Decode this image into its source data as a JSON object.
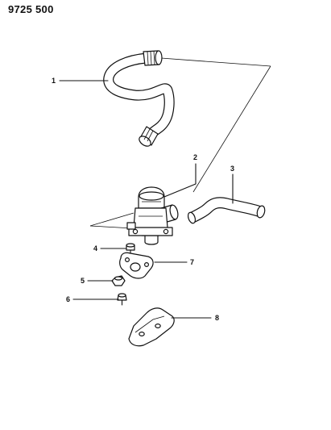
{
  "document": {
    "id": "9725 500"
  },
  "callouts": [
    {
      "id": "1",
      "label": "1"
    },
    {
      "id": "2",
      "label": "2"
    },
    {
      "id": "3",
      "label": "3"
    },
    {
      "id": "4",
      "label": "4"
    },
    {
      "id": "5",
      "label": "5"
    },
    {
      "id": "6",
      "label": "6"
    },
    {
      "id": "7",
      "label": "7"
    },
    {
      "id": "8",
      "label": "8"
    }
  ]
}
